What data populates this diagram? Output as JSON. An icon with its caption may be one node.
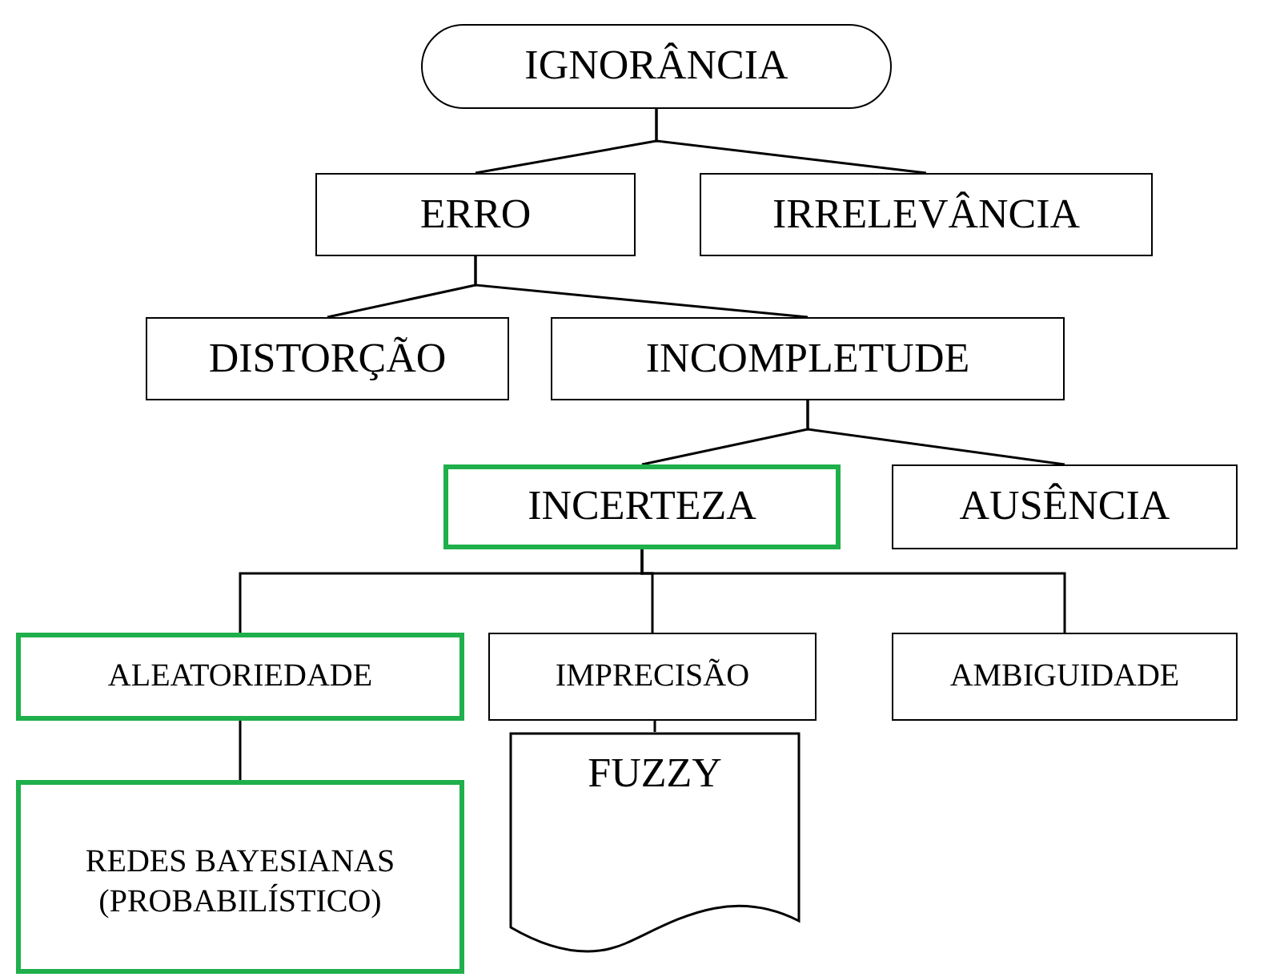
{
  "diagram": {
    "nodes": [
      {
        "text": [
          "IGNORÂNCIA"
        ]
      },
      {
        "text": [
          "ERRO"
        ]
      },
      {
        "text": [
          "IRRELEVÂNCIA"
        ]
      },
      {
        "text": [
          "DISTORÇÃO"
        ]
      },
      {
        "text": [
          "INCOMPLETUDE"
        ]
      },
      {
        "text": [
          "INCERTEZA"
        ]
      },
      {
        "text": [
          "AUSÊNCIA"
        ]
      },
      {
        "text": [
          "ALEATORIEDADE"
        ]
      },
      {
        "text": [
          "IMPRECISÃO"
        ]
      },
      {
        "text": [
          "AMBIGUIDADE"
        ]
      },
      {
        "text": [
          "REDES BAYESIANAS (PROBABILÍSTICO)"
        ]
      },
      {
        "text": [
          "FUZZY"
        ]
      }
    ],
    "edges": [
      {
        "from": 0,
        "to": 1,
        "arrow": "none"
      },
      {
        "from": 0,
        "to": 2,
        "arrow": "none"
      },
      {
        "from": 1,
        "to": 3,
        "arrow": "none"
      },
      {
        "from": 1,
        "to": 4,
        "arrow": "none"
      },
      {
        "from": 4,
        "to": 5,
        "arrow": "none"
      },
      {
        "from": 4,
        "to": 6,
        "arrow": "none"
      },
      {
        "from": 5,
        "to": 7,
        "arrow": "none"
      },
      {
        "from": 5,
        "to": 8,
        "arrow": "none"
      },
      {
        "from": 5,
        "to": 9,
        "arrow": "none"
      },
      {
        "from": 7,
        "to": 10,
        "arrow": "none"
      },
      {
        "from": 8,
        "to": 11,
        "arrow": "none"
      }
    ]
  }
}
